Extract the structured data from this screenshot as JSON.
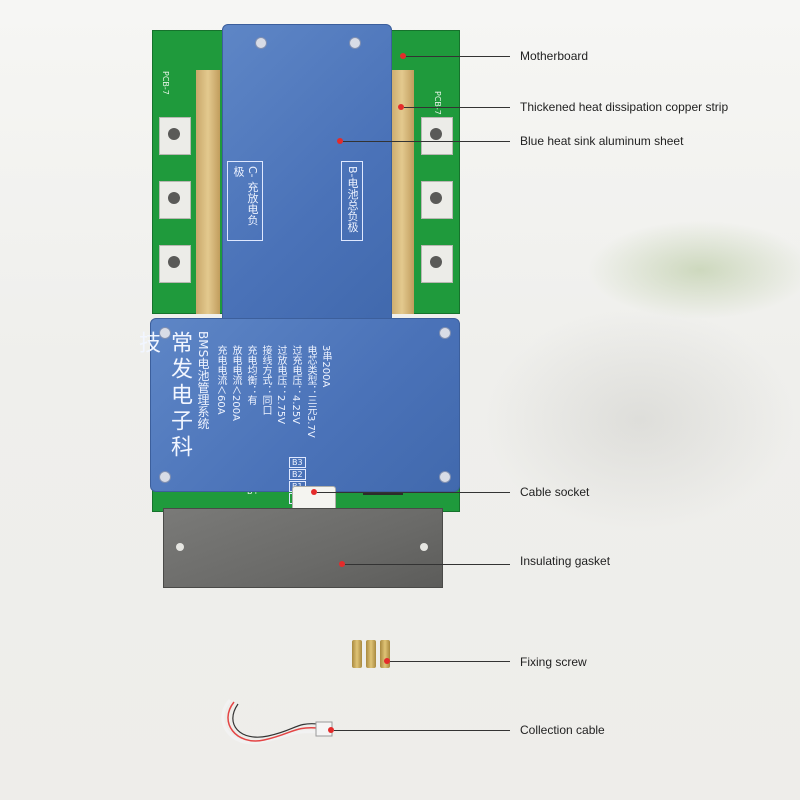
{
  "product": {
    "plate_top": {
      "left_label": "C- 充放电负极",
      "right_label": "B-电池总负极"
    },
    "plate_main": {
      "brand": "常发电子科技",
      "subtitle": "BMS电池管理系统",
      "rating": "3串200A",
      "specs": [
        "电芯类型：三元3.7V",
        "过充电压：4.25V",
        "过放电压：2.75V",
        "接线方式：同口",
        "充电均衡：有",
        "放电电流＜200A",
        "充电电流＜60A"
      ],
      "pin_labels": [
        "B3",
        "B2",
        "B1",
        "B-"
      ],
      "b_plus": "B+"
    },
    "pcb_labels": [
      "PCB-7",
      "PCB-7"
    ]
  },
  "callouts": [
    {
      "label": "Motherboard"
    },
    {
      "label": "Thickened heat dissipation copper strip"
    },
    {
      "label": "Blue heat sink aluminum sheet"
    },
    {
      "label": "Cable socket"
    },
    {
      "label": "Insulating gasket"
    },
    {
      "label": "Fixing screw"
    },
    {
      "label": "Collection cable"
    }
  ],
  "colors": {
    "pcb_green": "#1f9a3c",
    "heatsink_blue": "#4a72b8",
    "copper": "#d9bb7c",
    "callout_dot": "#e42b2b"
  }
}
